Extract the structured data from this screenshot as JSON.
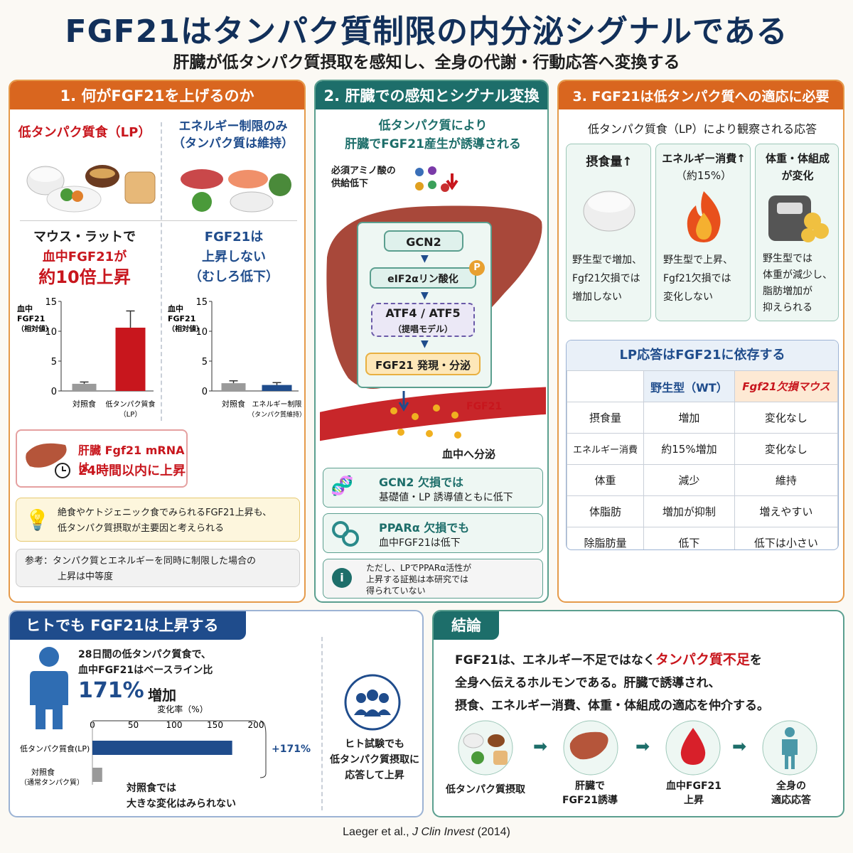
{
  "header": {
    "title": "FGF21はタンパク質制限の内分泌シグナルである",
    "subtitle": "肝臓が低タンパク質摂取を感知し、全身の代謝・行動応答へ変換する"
  },
  "p1": {
    "title": "1. 何がFGF21を上げるのか",
    "lp_title": "低タンパク質食（LP）",
    "er_title1": "エネルギー制限のみ",
    "er_title2": "（タンパク質は維持）",
    "lp_res1": "マウス・ラットで",
    "lp_res2": "血中FGF21が",
    "lp_res3": "約10倍上昇",
    "er_res1": "FGF21は",
    "er_res2": "上昇しない",
    "er_res3": "（むしろ低下）",
    "ylabel1": "血中",
    "ylabel2": "FGF21",
    "ylabel3": "（相対値）",
    "mrna1": "肝臓 Fgf21 mRNAは",
    "mrna2": "24時間以内に上昇",
    "note1": "絶食やケトジェニック食でみられるFGF21上昇も、",
    "note2": "低タンパク質摂取が主要因と考えられる",
    "ref1": "参考：タンパク質とエネルギーを同時に制限した場合の",
    "ref2": "上昇は中等度"
  },
  "chart_data": [
    {
      "type": "bar",
      "categories": [
        "対照食",
        "低タンパク質食（LP）"
      ],
      "values": [
        1.2,
        10.6
      ],
      "errors": [
        0.3,
        2.8
      ],
      "ylabel": "血中 FGF21（相対値）",
      "ylim": [
        0,
        15
      ],
      "yticks": [
        0,
        5,
        10,
        15
      ],
      "colors": [
        "#9a9a9a",
        "#c8161d"
      ]
    },
    {
      "type": "bar",
      "categories": [
        "対照食",
        "エネルギー制限（タンパク質維持）"
      ],
      "values": [
        1.3,
        1.0
      ],
      "errors": [
        0.4,
        0.4
      ],
      "ylabel": "血中 FGF21（相対値）",
      "ylim": [
        0,
        15
      ],
      "yticks": [
        0,
        5,
        10,
        15
      ],
      "colors": [
        "#9a9a9a",
        "#1f4c8c"
      ]
    },
    {
      "type": "bar",
      "orientation": "horizontal",
      "categories": [
        "低タンパク質食(LP)",
        "対照食（通常タンパク質）"
      ],
      "values": [
        171,
        12
      ],
      "xlabel": "変化率（%）",
      "xlim": [
        0,
        200
      ],
      "xticks": [
        0,
        50,
        100,
        150,
        200
      ],
      "annotation": "+171%",
      "colors": [
        "#1f4c8c",
        "#9a9a9a"
      ]
    }
  ],
  "p2": {
    "title": "2. 肝臓での感知とシグナル変換",
    "head1": "低タンパク質により",
    "head2": "肝臓でFGF21産生が誘導される",
    "aa1": "必須アミノ酸の",
    "aa2": "供給低下",
    "steps": [
      "GCN2",
      "eIF2αリン酸化",
      "ATF4 / ATF5",
      "（提唱モデル）",
      "FGF21 発現・分泌"
    ],
    "p": "P",
    "fgf": "FGF21",
    "blood": "血中へ分泌",
    "gcn1": "GCN2 欠損では",
    "gcn2": "基礎値・LP 誘導値ともに低下",
    "ppar1": "PPARα 欠損でも",
    "ppar2": "血中FGF21は低下",
    "info1": "ただし、LPでPPARα活性が",
    "info2": "上昇する証拠は本研究では",
    "info3": "得られていない"
  },
  "p3": {
    "title": "3. FGF21は低タンパク質への適応に必要",
    "sub": "低タンパク質食（LP）により観察される応答",
    "cards": [
      {
        "t1": "摂食量↑",
        "t2": "",
        "d1": "野生型で増加、",
        "d2": "Fgf21欠損では",
        "d3": "増加しない",
        "d4": ""
      },
      {
        "t1": "エネルギー消費↑",
        "t2": "（約15%）",
        "d1": "野生型で上昇、",
        "d2": "Fgf21欠損では",
        "d3": "変化しない",
        "d4": ""
      },
      {
        "t1": "体重・体組成",
        "t2": "が変化",
        "d1": "野生型では",
        "d2": "体重が減少し、",
        "d3": "脂肪増加が",
        "d4": "抑えられる"
      }
    ],
    "tbl_title": "LP応答はFGF21に依存する",
    "wt": "野生型（WT）",
    "ko": "Fgf21欠損マウス",
    "rows": [
      {
        "k": "摂食量",
        "wt": "増加",
        "ko": "変化なし"
      },
      {
        "k": "エネルギー消費",
        "wt": "約15%増加",
        "ko": "変化なし"
      },
      {
        "k": "体重",
        "wt": "減少",
        "ko": "維持"
      },
      {
        "k": "体脂肪",
        "wt": "増加が抑制",
        "ko": "増えやすい"
      },
      {
        "k": "除脂肪量",
        "wt": "低下",
        "ko": "低下は小さい"
      }
    ]
  },
  "human": {
    "title": "ヒトでも FGF21は上昇する",
    "l1": "28日間の低タンパク質食で、",
    "l2": "血中FGF21はベースライン比",
    "pct": "171%",
    "inc": "増加",
    "axis": "変化率（%）",
    "ticks": [
      "0",
      "50",
      "100",
      "150",
      "200"
    ],
    "lp": "低タンパク質食(LP)",
    "ctl1": "対照食",
    "ctl2": "（通常タンパク質）",
    "plus": "+171%",
    "no1": "対照食では",
    "no2": "大きな変化はみられない",
    "side1": "ヒト試験でも",
    "side2": "低タンパク質摂取に",
    "side3": "応答して上昇"
  },
  "concl": {
    "title": "結論",
    "l1a": "FGF21は、エネルギー不足ではなく",
    "l1b": "タンパク質不足",
    "l1c": "を",
    "l2": "全身へ伝えるホルモンである。肝臓で誘導され、",
    "l3": "摂食、エネルギー消費、体重・体組成の適応を仲介する。",
    "f1": "低タンパク質摂取",
    "f2a": "肝臓で",
    "f2b": "FGF21誘導",
    "f3a": "血中FGF21",
    "f3b": "上昇",
    "f4a": "全身の",
    "f4b": "適応応答"
  },
  "citation": {
    "a": "Laeger et al., ",
    "j": "J Clin Invest",
    "y": " (2014)"
  }
}
